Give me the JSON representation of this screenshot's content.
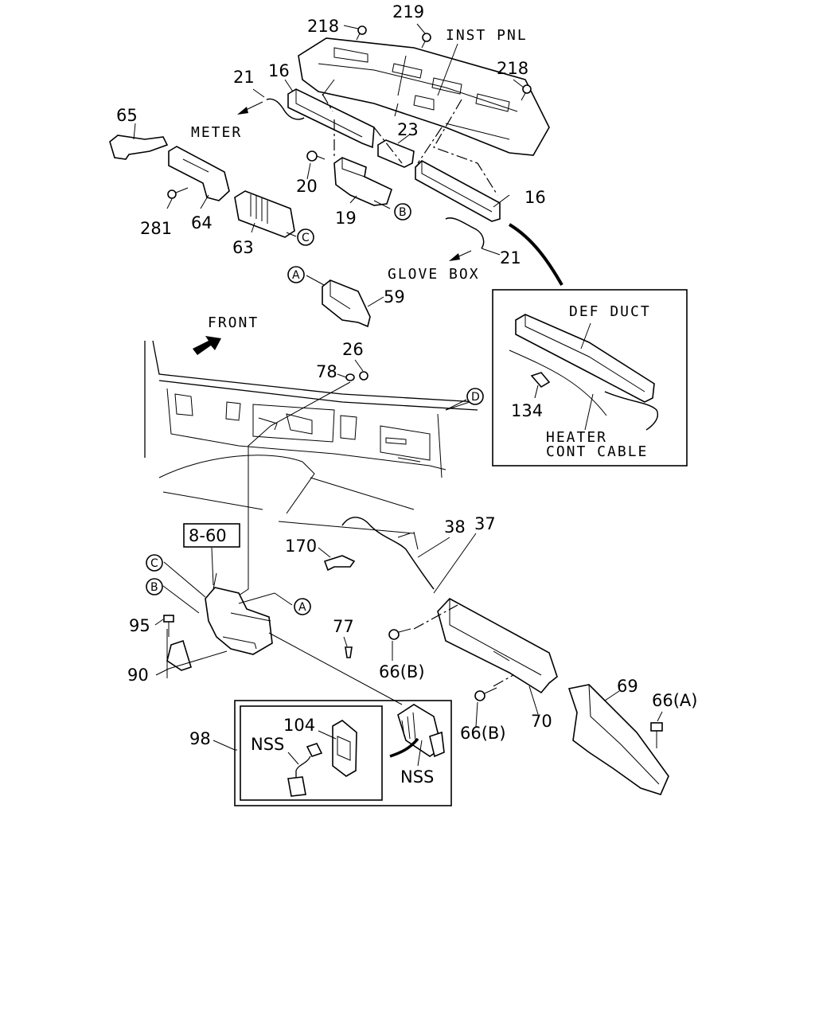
{
  "diagram": {
    "part_numbers": {
      "p218a": "218",
      "p219": "219",
      "p218b": "218",
      "p21a": "21",
      "p16a": "16",
      "p65": "65",
      "p23": "23",
      "p20": "20",
      "p19": "19",
      "p16b": "16",
      "p281": "281",
      "p64": "64",
      "p63": "63",
      "p21b": "21",
      "p59": "59",
      "p26": "26",
      "p78": "78",
      "p134": "134",
      "p860": "8-60",
      "p170": "170",
      "p38": "38",
      "p37": "37",
      "p95": "95",
      "p77": "77",
      "p90": "90",
      "p66b1": "66(B)",
      "p69": "69",
      "p66a": "66(A)",
      "p70": "70",
      "p66b2": "66(B)",
      "p98": "98",
      "p104": "104"
    },
    "text_labels": {
      "inst_pnl": "INST PNL",
      "meter": "METER",
      "glove_box": "GLOVE BOX",
      "front": "FRONT",
      "def_duct": "DEF DUCT",
      "heater_1": "HEATER",
      "heater_2": "CONT CABLE",
      "nss_1": "NSS",
      "nss_2": "NSS"
    },
    "circle_refs": {
      "B_top": "B",
      "C_top": "C",
      "A_mid": "A",
      "D": "D",
      "C_left": "C",
      "B_left": "B",
      "A_left": "A"
    }
  }
}
